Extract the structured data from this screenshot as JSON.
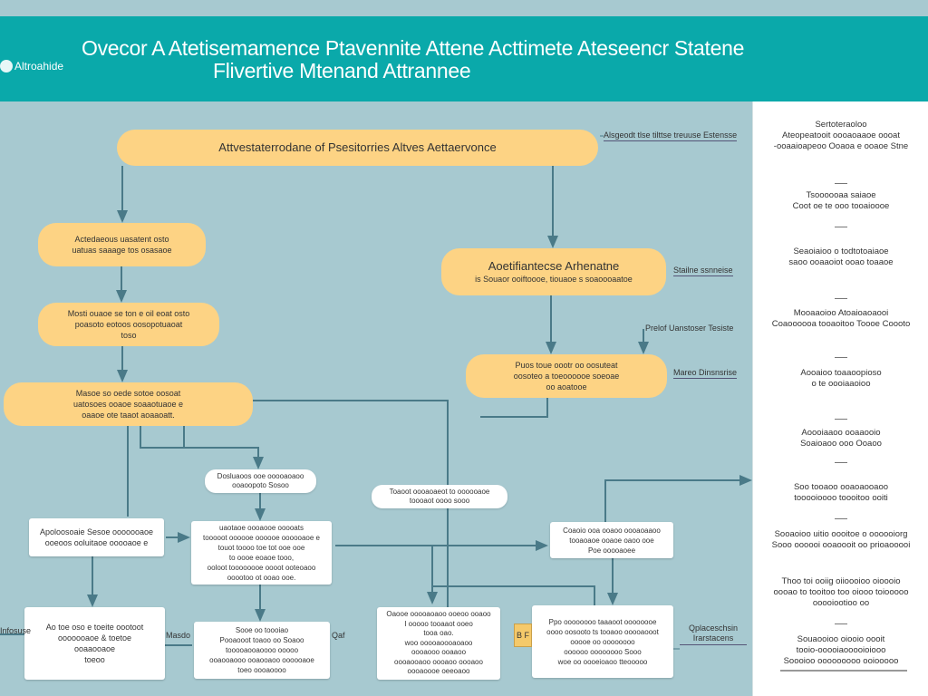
{
  "header": {
    "logo": "Altroahide",
    "title_line1": "Ovecor A Atetisemamence Ptavennite Attene Acttimete Ateseencr Statene",
    "title_line2": "Flivertive Mtenand Attrannee"
  },
  "nodes": {
    "n1": [
      "Attvestaterrodane of Psesitorries Altves Aettaervonce"
    ],
    "n2": [
      "Actedaeous uasatent osto",
      "uatuas saaage tos osasaoe"
    ],
    "n3": [
      "Mosti ouaoe se ton e oil eoat osto",
      "poasoto eotoos oosopotuaoat",
      "toso"
    ],
    "n4": [
      "Masoe so oede sotoe oosoat",
      "uatosoes ooaoe soaaotuaoe e",
      "oaaoe ote taaot aoaaoatt."
    ],
    "n5_title": "Aoetifiantecse Arhenatne",
    "n5_sub": "is Souaor ooiftoooe, tiouaoe s soaoooaatoe",
    "n6": [
      "Puos toue oootr oo oosuteat",
      "oosoteo a toeoooooe soeoae",
      "oo aoatooe"
    ],
    "w1": [
      "Dosluaoos ooe ooooaoaoo",
      "ooaoopoto Sosoo"
    ],
    "w2": [
      "Toaoot oooaoaeot to oooooaoe",
      "toooaot oooo sooo"
    ],
    "b1": [
      "Apoloosoaie Sesoe ooooooaoe",
      "ooeoos ooluitaoe ooooaoe e"
    ],
    "b2": [
      "uaotaoe oooaooe ooooats",
      "tooooot oooooe oooooe oooooaoe e",
      "touot toooo toe tot ooe ooe",
      "to oooe eoaoe tooo,",
      "ooloot toooooooe oooot ooteoaoo",
      "ooootoo ot ooao ooe."
    ],
    "b3": [
      "Coaoio ooa ooaoo oooaoaaoo",
      "tooaoaoe ooaoe oaoo ooe",
      "Poe ooooaoee"
    ],
    "b4": [
      "Ao toe oso e toeite oootoot",
      "ooooooaoe & toetoe",
      "ooaaooaoe",
      "toeoo"
    ],
    "b5": [
      "Sooe oo toooiao",
      "Pooaooot toaoo oo Soaoo",
      "tooooaooaoooo ooooo",
      "ooaooaooo ooaooaoo oooooaoe",
      "toeo oooaoooo"
    ],
    "b6": [
      "Oaooe ooooaoaoo ooeoo ooaoo",
      "I ooooo tooaaot ooeo",
      "tooa oao.",
      "woo ooooaoooaoaoo",
      "oooaooo ooaaoo",
      "oooaooaoo oooaoo oooaoo",
      "oooaoooe oeeoaoo"
    ],
    "b7": [
      "Ppo oooooooo taaaoot oooooooe",
      "oooo oosooto ts tooaoo ooooaooot",
      "ooooe oo oooooooo",
      "oooooo oooooooo Sooo",
      "woe oo oooeioaoo tteooooo"
    ]
  },
  "labels": {
    "l1": "Alsgeodt tlse tilttse treuuse Estensse",
    "l2": "Stailne ssnneise",
    "l3": "Prelof Uanstoser Tesiste",
    "l4": "Mareo Dinsnsrise",
    "l5": "Infosuse",
    "l6": "Masdo",
    "l7": "Qaf",
    "l8": "Qplaceschsin Irarstacens",
    "mini": "B F"
  },
  "panel": {
    "items": [
      [
        "Sertoteraoloo",
        "Ateopeatooit oooaoaaoe oooat",
        "-ooaaioapeoo Ooaoa e ooaoe Stne"
      ],
      [
        "Tsoooooaa saiaoe",
        "Coot oe te ooo tooaioooe"
      ],
      [
        "Seaoiaioo o todtotoaiaoe",
        "saoo ooaaoiot ooao toaaoe"
      ],
      [
        "Mooaaoioo Atoaioaoaooi",
        "Coaoooooa tooaoitoo Toooe Coooto"
      ],
      [
        "Aooaioo toaaoopioso",
        "o te oooiaaoioo"
      ],
      [
        "Aoooiaaoo ooaaooio",
        "Soaioaoo ooo Ooaoo"
      ],
      [
        "Soo tooaoo ooaoaooaoo",
        "tooooioooo toooitoo ooiti"
      ],
      [
        "Sooaoioo uitio oooitoe o oooooiorg",
        "Sooo oooooi ooaoooit oo prioaooooi"
      ],
      [
        "Thoo toi ooiig oiioooioo oioooio",
        "oooao to tooitoo too oiooo toiooooo",
        "ooooiootioo oo"
      ],
      [
        "Souaooioo oiooio oooit",
        "tooio-ooooiaooooioiooo",
        "Soooioo ooooooooo ooiooooo"
      ]
    ]
  },
  "colors": {
    "header": "#0aa9aa",
    "background": "#a7c9d0",
    "node": "#fdd384",
    "line": "#4a7a88"
  }
}
